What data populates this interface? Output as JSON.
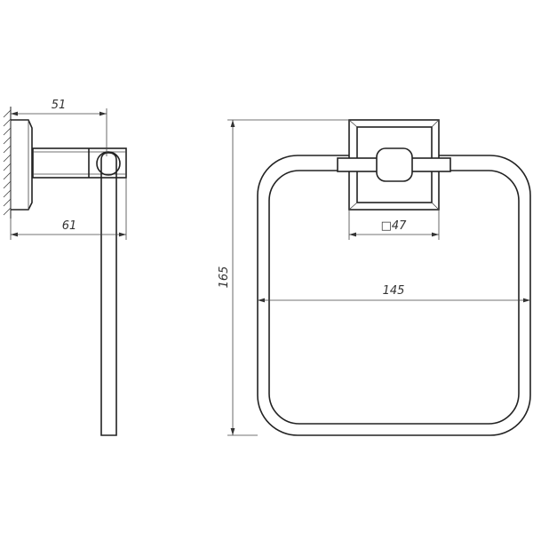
{
  "drawing": {
    "side_view": {
      "dim_top": "51",
      "dim_bottom": "61"
    },
    "front_view": {
      "dim_base": "□47",
      "dim_width": "145",
      "dim_height": "165"
    },
    "line_color": "#222222"
  }
}
